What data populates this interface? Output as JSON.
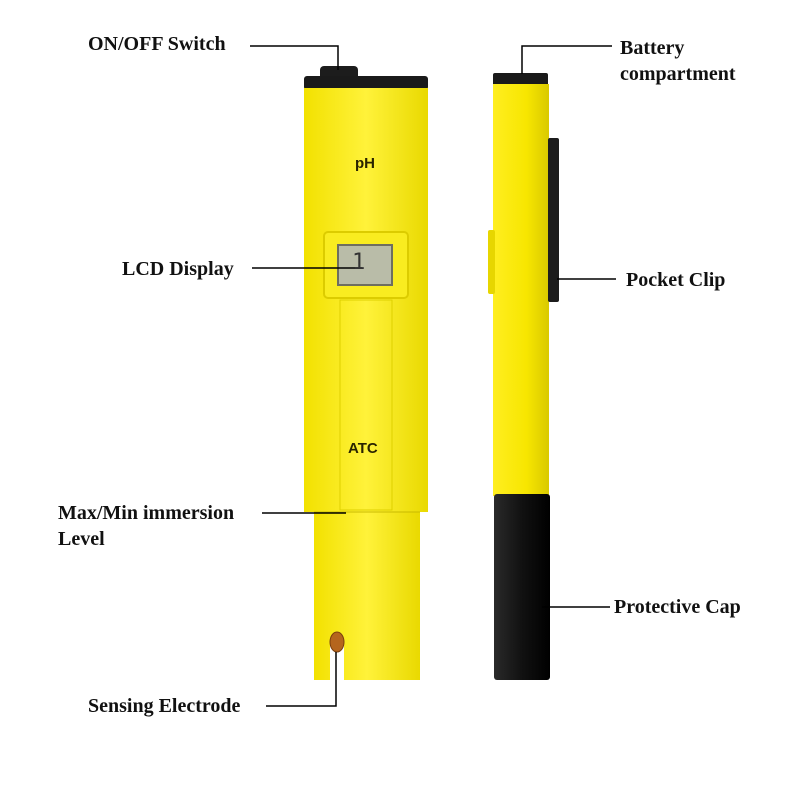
{
  "callouts": {
    "on_off": "ON/OFF Switch",
    "battery_line1": "Battery",
    "battery_line2": "compartment",
    "lcd": "LCD Display",
    "pocket_clip": "Pocket Clip",
    "immersion_line1": "Max/Min immersion",
    "immersion_line2": "Level",
    "protective_cap": "Protective Cap",
    "sensing_electrode": "Sensing Electrode"
  },
  "device": {
    "ph_label": "pH",
    "atc_label": "ATC",
    "lcd_reading": "1"
  },
  "colors": {
    "body_yellow": "#f5e81f",
    "body_shade": "#e8d800",
    "cap_black": "#1a1a1a",
    "lcd_screen": "#b9bca8",
    "electrode": "#b5651d"
  }
}
